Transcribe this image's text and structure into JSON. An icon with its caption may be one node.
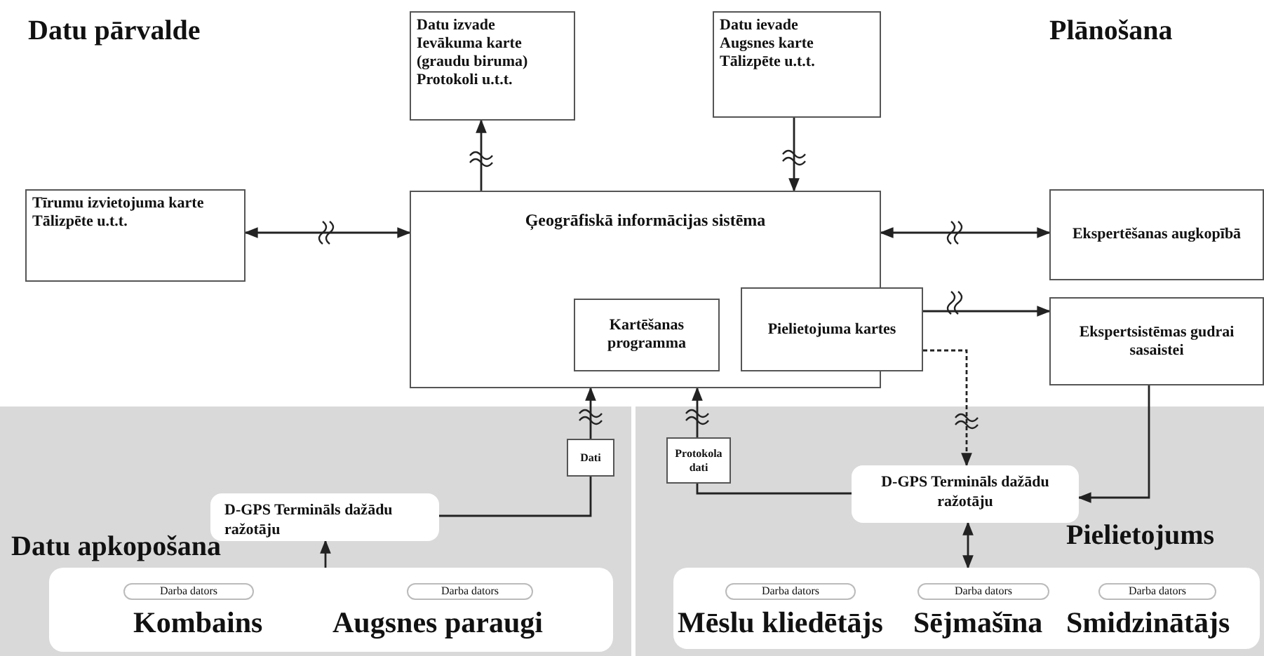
{
  "diagram": {
    "nodes": [
      {
        "text": [
          "Datu izvade",
          "Ievākuma karte (graudu biruma)",
          "Protokoli u.t.t."
        ]
      },
      {
        "text": [
          "Datu ievade",
          "Augsnes karte",
          "Tālizpēte u.t.t."
        ]
      },
      {
        "text": [
          "Tīrumu izvietojuma karte",
          "Tālizpēte u.t.t."
        ]
      },
      {
        "text": [
          "Ģeogrāfiskā informācijas sistēma"
        ]
      },
      {
        "text": [
          "Kartēšanas programma"
        ],
        "in": 3
      },
      {
        "text": [
          "Pielietojuma kartes"
        ]
      },
      {
        "text": [
          "Ekspertēšanas augkopībā"
        ]
      },
      {
        "text": [
          "Ekspertsistēmas gudrai sasaistei"
        ]
      },
      {
        "text": [
          "Datu apkopošana"
        ]
      },
      {
        "text": [
          "Dati"
        ],
        "in": 8
      },
      {
        "text": [
          "D-GPS Termināls dažādu ražotāju"
        ],
        "in": 8
      },
      {
        "text": [],
        "shape": "box",
        "in": 8
      },
      {
        "text": [
          "Darba dators"
        ],
        "beside": [
          "Kombains"
        ],
        "in": 11
      },
      {
        "text": [
          "Darba dators"
        ],
        "beside": [
          "Augsnes paraugi"
        ],
        "in": 11
      },
      {
        "text": [
          "Pielietojums"
        ]
      },
      {
        "text": [
          "Protokola dati"
        ],
        "in": 14
      },
      {
        "text": [
          "D-GPS Termināls dažādu ražotāju"
        ],
        "in": 14
      },
      {
        "text": [],
        "shape": "box",
        "in": 14
      },
      {
        "text": [
          "Darba dators"
        ],
        "beside": [
          "Mēslu kliedētājs"
        ],
        "in": 17
      },
      {
        "text": [
          "Darba dators"
        ],
        "beside": [
          "Sējmašīna"
        ],
        "in": 17
      },
      {
        "text": [
          "Darba dators"
        ],
        "beside": [
          "Smidzinātājs"
        ],
        "in": 17
      }
    ],
    "edges": [
      {
        "from": 3,
        "to": 0,
        "arrow": "to"
      },
      {
        "from": 1,
        "to": 3,
        "arrow": "to"
      },
      {
        "from": 2,
        "to": 3,
        "arrow": "both"
      },
      {
        "from": 3,
        "to": 6,
        "arrow": "both"
      },
      {
        "from": 5,
        "to": 7,
        "arrow": "to"
      },
      {
        "from": 5,
        "to": 16,
        "arrow": "to",
        "style": "dashed"
      },
      {
        "from": 7,
        "to": 16,
        "arrow": "to"
      },
      {
        "from": 10,
        "to": 9,
        "arrow": "none"
      },
      {
        "from": 9,
        "to": 3,
        "arrow": "to"
      },
      {
        "from": 11,
        "to": 10,
        "arrow": "to"
      },
      {
        "from": 16,
        "to": 15,
        "arrow": "none"
      },
      {
        "from": 15,
        "to": 3,
        "arrow": "to"
      },
      {
        "from": 16,
        "to": 17,
        "arrow": "both"
      }
    ],
    "labels": [
      "Datu pārvalde",
      "Plānošana"
    ]
  }
}
